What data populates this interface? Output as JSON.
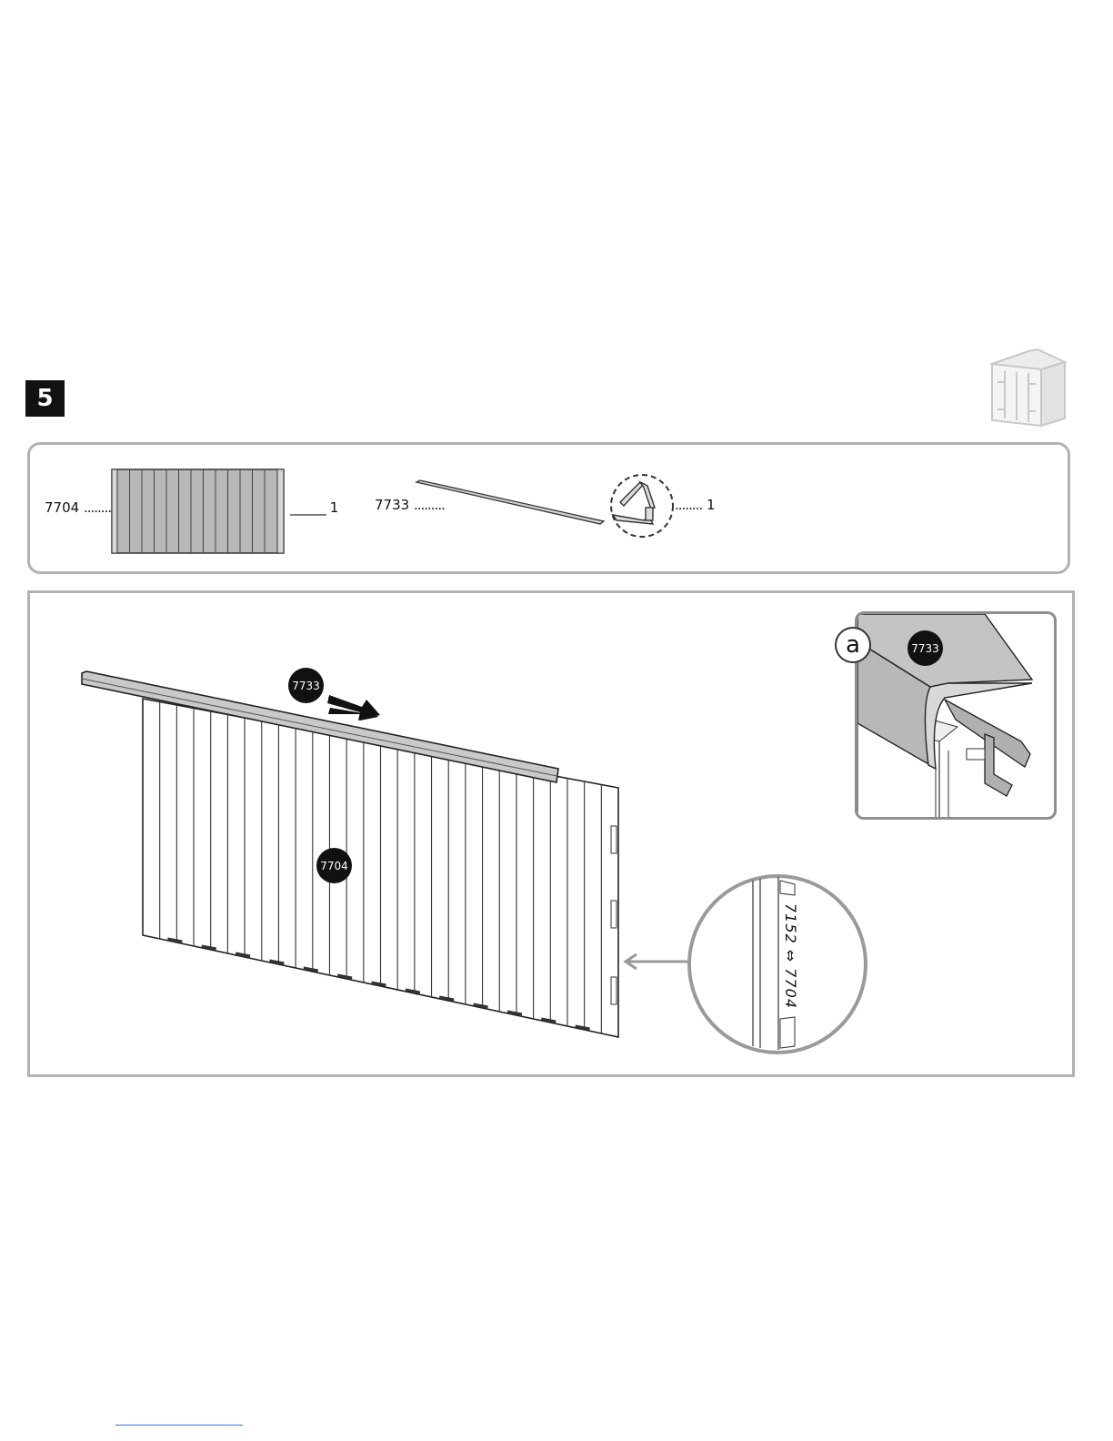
{
  "step": {
    "number": "5"
  },
  "parts": [
    {
      "code": "7704",
      "qty": "1"
    },
    {
      "code": "7733",
      "qty": "1"
    }
  ],
  "main": {
    "callout_rail": "7733",
    "callout_panel": "7704",
    "panel_marking": "7152 ⇔ 7704"
  },
  "detail": {
    "marker": "a",
    "callout": "7733"
  },
  "icons": {
    "shed": "shed-thumbnail-icon",
    "direction": "arrow-right-icon",
    "magnify": "magnifier-circle-icon"
  },
  "colors": {
    "panel_grey": "#b8b8b8",
    "frame_grey": "#b2b2b2",
    "callout_bg": "#111111"
  }
}
